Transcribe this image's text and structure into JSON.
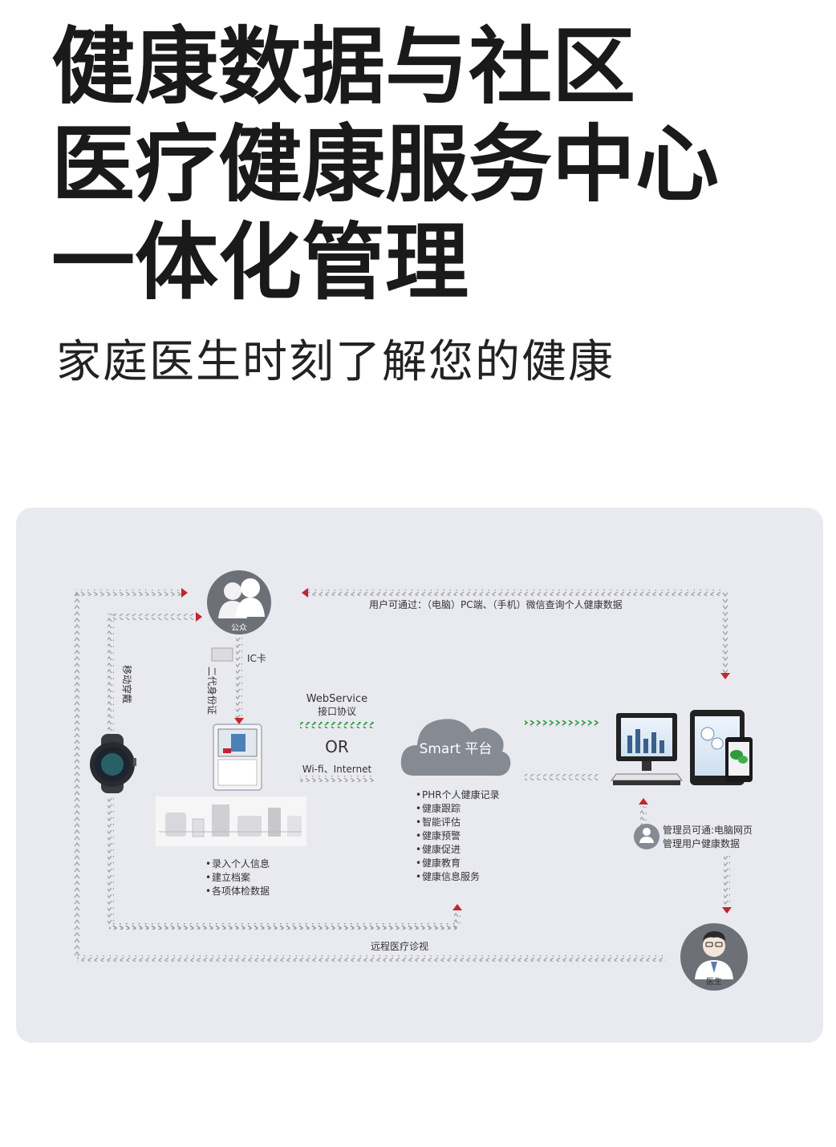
{
  "header": {
    "title_lines": [
      "健康数据与社区",
      "医疗健康服务中心",
      "一体化管理"
    ],
    "subtitle": "家庭医生时刻了解您的健康"
  },
  "diagram": {
    "public_label": "公众",
    "doctor_label": "医生",
    "top_note": "用户可通过：（电脑）PC端、（手机）微信查询个人健康数据",
    "ic_card": "IC卡",
    "id_card": "二代身份证",
    "mobile_wear": "移动穿戴",
    "webservice": "WebService",
    "interface": "接口协议",
    "or": "OR",
    "wifi": "Wi-fi、Internet",
    "smart_platform": "Smart 平台",
    "station_items": [
      "录入个人信息",
      "建立档案",
      "各项体检数据"
    ],
    "platform_items": [
      "PHR个人健康记录",
      "健康跟踪",
      "智能评估",
      "健康预警",
      "健康促进",
      "健康教育",
      "健康信息服务"
    ],
    "admin_line1": "管理员可通:电脑网页",
    "admin_line2": "管理用户健康数据",
    "remote_medical": "远程医疗诊视",
    "colors": {
      "arrow_gray": "#9a9aa2",
      "arrow_red": "#c0262c",
      "arrow_green": "#2f9a3a",
      "circle": "#6d7077",
      "cloud": "#868a92"
    }
  }
}
